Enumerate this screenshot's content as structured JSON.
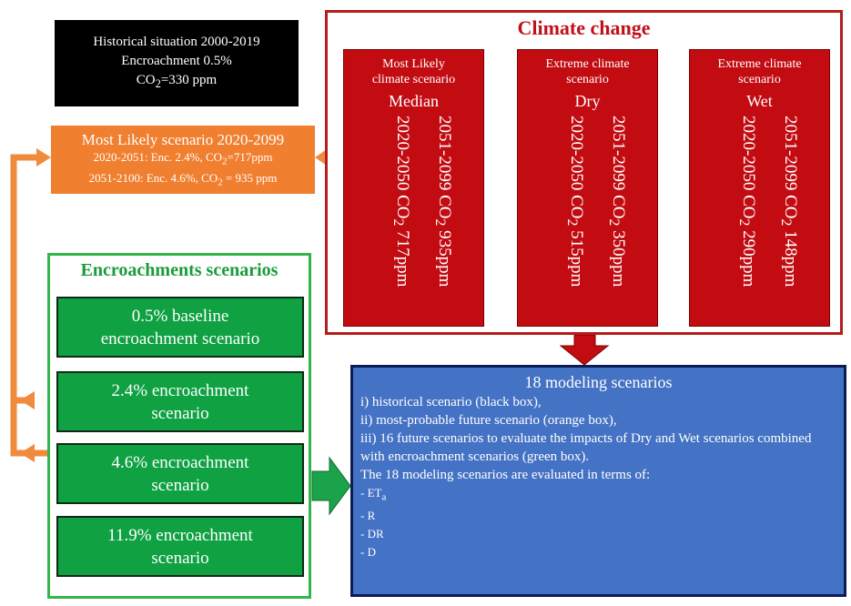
{
  "historical": {
    "line1": "Historical situation 2000-2019",
    "line2": "Encroachment 0.5%",
    "co2_prefix": "CO",
    "co2_sub": "2",
    "co2_suffix": "=330 ppm"
  },
  "most_likely": {
    "title": "Most Likely scenario 2020-2099",
    "line1": {
      "prefix": "2020-2051: Enc. 2.4%, CO",
      "sub": "2",
      "suffix": "=717ppm"
    },
    "line2": {
      "prefix": "2051-2100: Enc. 4.6%, CO",
      "sub": "2",
      "suffix": " = 935 ppm"
    }
  },
  "climate": {
    "title": "Climate change",
    "scenarios": [
      {
        "header_line1": "Most Likely",
        "header_line2": "climate scenario",
        "name": "Median",
        "periodA": {
          "prefix": "2020-2050 CO",
          "sub": "2",
          "suffix": " 717ppm"
        },
        "periodB": {
          "prefix": "2051-2099 CO",
          "sub": "2",
          "suffix": " 935ppm"
        }
      },
      {
        "header_line1": "Extreme climate",
        "header_line2": "scenario",
        "name": "Dry",
        "periodA": {
          "prefix": "2020-2050 CO",
          "sub": "2",
          "suffix": " 515ppm"
        },
        "periodB": {
          "prefix": "2051-2099 CO",
          "sub": "2",
          "suffix": " 350ppm"
        }
      },
      {
        "header_line1": "Extreme climate",
        "header_line2": "scenario",
        "name": "Wet",
        "periodA": {
          "prefix": "2020-2050 CO",
          "sub": "2",
          "suffix": " 290ppm"
        },
        "periodB": {
          "prefix": "2051-2099 CO",
          "sub": "2",
          "suffix": " 148ppm"
        }
      }
    ]
  },
  "encroachment": {
    "title": "Encroachments scenarios",
    "items": [
      {
        "line1": "0.5% baseline",
        "line2": "encroachment scenario"
      },
      {
        "line1": "2.4% encroachment",
        "line2": "scenario"
      },
      {
        "line1": "4.6% encroachment",
        "line2": "scenario"
      },
      {
        "line1": "11.9% encroachment",
        "line2": "scenario"
      }
    ]
  },
  "modeling": {
    "title": "18 modeling scenarios",
    "items": [
      "i) historical scenario (black box),",
      "ii) most-probable future scenario (orange box),",
      "iii) 16 future scenarios to evaluate the impacts of Dry and Wet scenarios combined with encroachment scenarios (green box).",
      "The 18 modeling scenarios are evaluated in terms of:"
    ],
    "eta": {
      "prefix": "- ET",
      "sub": "a"
    },
    "bullets": [
      "- R",
      "- DR",
      "- D"
    ]
  },
  "colors": {
    "black": "#000000",
    "orange": "#f07f30",
    "dark_red": "#c20c12",
    "green": "#0fa142",
    "blue": "#4472c4",
    "arrow_orange": "#f08a3c",
    "arrow_green": "#1aa34a"
  }
}
